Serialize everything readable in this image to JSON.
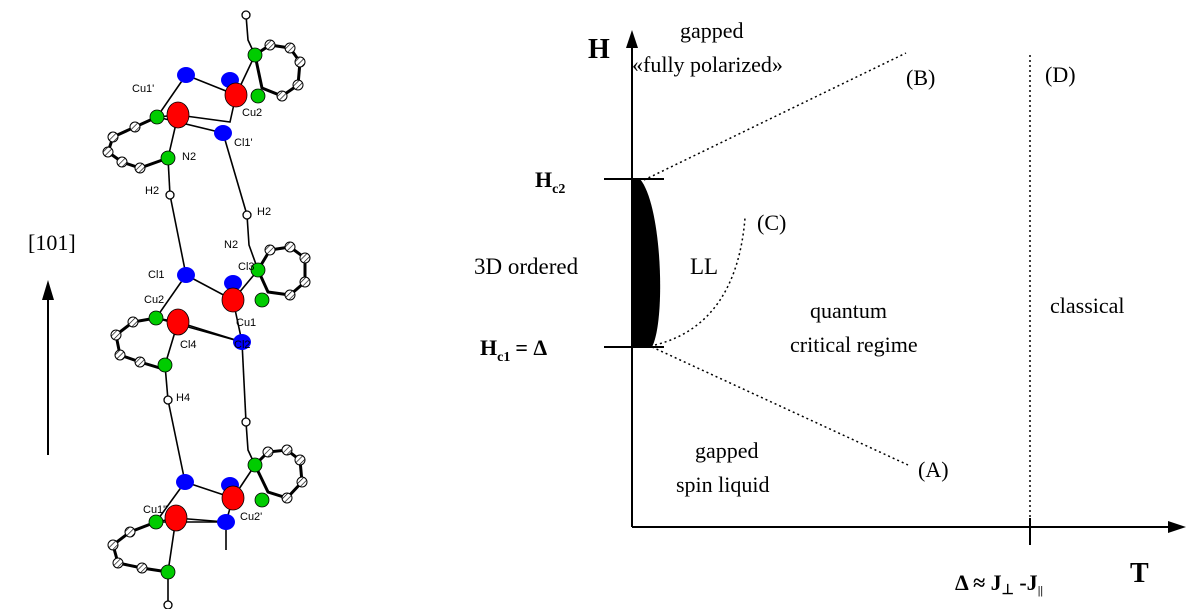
{
  "structure": {
    "direction_label": "[101]",
    "atom_labels": {
      "cu1p": "Cu1'",
      "cu2": "Cu2",
      "cl1p": "Cl1'",
      "n2_top": "N2",
      "h2_left": "H2",
      "h2_right": "H2",
      "n2_mid": "N2",
      "cl1": "Cl1",
      "cl3": "Cl3",
      "cu2_mid": "Cu2",
      "cu1": "Cu1",
      "cl4": "Cl4",
      "cl2": "Cl2",
      "h4": "H4",
      "cu1pp": "Cu1\"",
      "cu2p": "Cu2'"
    },
    "colors": {
      "cu": "#ff0000",
      "cl": "#0000ff",
      "n": "#00cc00",
      "h": "#ffffff"
    }
  },
  "phase_diagram": {
    "axis_y": "H",
    "axis_x": "T",
    "hc2": {
      "main": "H",
      "sub": "c2"
    },
    "hc1": {
      "main": "H",
      "sub": "c1",
      "tail": "= Δ"
    },
    "x_marker": {
      "pre": "Δ ≈ J",
      "perp": "⊥",
      "mid": " -J",
      "par": "||"
    },
    "regions": {
      "fully_polarized_1": "gapped",
      "fully_polarized_2": "«fully polarized»",
      "ordered": "3D  ordered",
      "ll": "LL",
      "qc_1": "quantum",
      "qc_2": "critical regime",
      "classical": "classical",
      "spin_liquid_1": "gapped",
      "spin_liquid_2": "spin liquid"
    },
    "crossover_labels": {
      "a": "(A)",
      "b": "(B)",
      "c": "(C)",
      "d": "(D)"
    }
  }
}
